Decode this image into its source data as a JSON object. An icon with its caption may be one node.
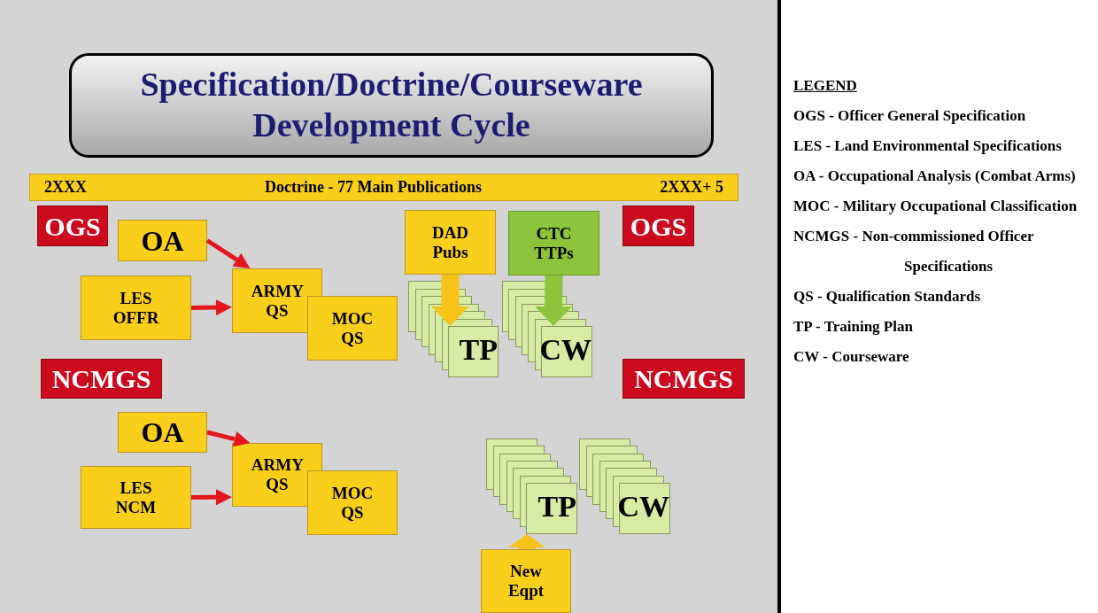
{
  "diagram": {
    "title": "Specification/Doctrine/Courseware Development Cycle",
    "nodes": [
      {
        "text": [
          "2XXX",
          "Doctrine - 77 Main Publications",
          "2XXX+ 5"
        ]
      },
      {
        "text": [
          "OGS"
        ]
      },
      {
        "text": [
          "OA"
        ]
      },
      {
        "text": [
          "LES OFFR"
        ]
      },
      {
        "text": [
          "ARMY QS"
        ]
      },
      {
        "text": [
          "MOC QS"
        ]
      },
      {
        "text": [
          "DAD Pubs"
        ]
      },
      {
        "text": [
          "CTC TTPs"
        ]
      },
      {
        "text": [
          "TP"
        ]
      },
      {
        "text": [
          "CW"
        ]
      },
      {
        "text": [
          "OGS"
        ]
      },
      {
        "text": [
          "NCMGS"
        ]
      },
      {
        "text": [
          "NCMGS"
        ]
      },
      {
        "text": [
          "OA"
        ]
      },
      {
        "text": [
          "LES NCM"
        ]
      },
      {
        "text": [
          "ARMY QS"
        ]
      },
      {
        "text": [
          "MOC QS"
        ]
      },
      {
        "text": [
          "TP"
        ]
      },
      {
        "text": [
          "CW"
        ]
      },
      {
        "text": [
          "New Eqpt"
        ]
      }
    ],
    "edges": [
      {
        "from": 2,
        "to": 4,
        "arrow": "to"
      },
      {
        "from": 3,
        "to": 4,
        "arrow": "to"
      },
      {
        "from": 6,
        "to": 8,
        "arrow": "to",
        "style": "thick",
        "color": "#f7c31a"
      },
      {
        "from": 7,
        "to": 9,
        "arrow": "to",
        "style": "thick",
        "color": "#8cc43c"
      },
      {
        "from": 13,
        "to": 15,
        "arrow": "to"
      },
      {
        "from": 14,
        "to": 15,
        "arrow": "to"
      },
      {
        "from": 19,
        "to": 17,
        "arrow": "to",
        "style": "thick",
        "color": "#f7c31a"
      }
    ],
    "labels": [
      "LEGEND",
      "OGS - Officer General Specification",
      "LES - Land Environmental Specifications",
      "OA - Occupational Analysis (Combat Arms)",
      "MOC - Military Occupational Classification",
      "NCMGS - Non-commissioned Officer Specifications",
      "QS - Qualification Standards",
      "TP - Training Plan",
      "CW - Courseware"
    ]
  }
}
